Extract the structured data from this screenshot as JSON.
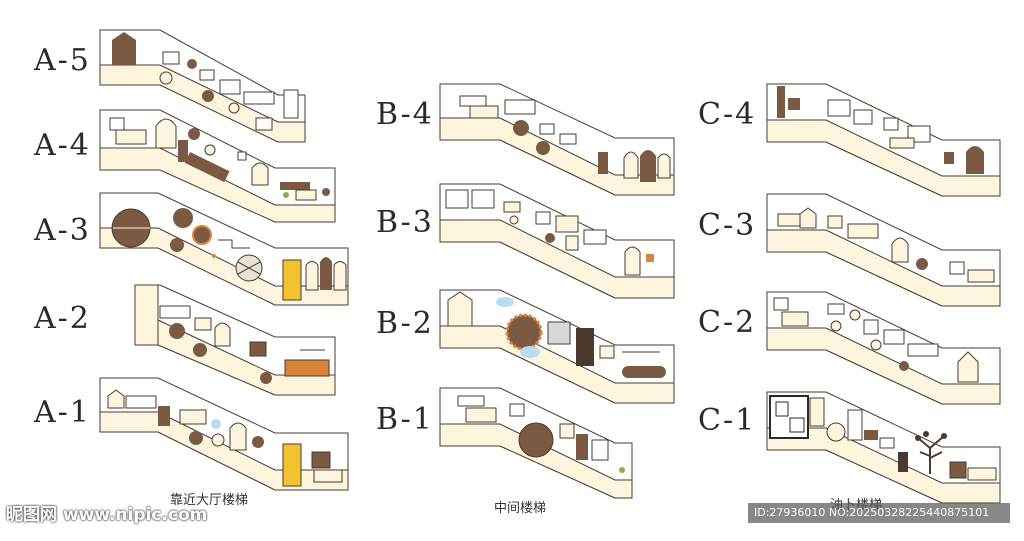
{
  "sections": [
    {
      "id": "A",
      "caption": "靠近大厅楼梯",
      "panels": [
        {
          "label": "A-5"
        },
        {
          "label": "A-4"
        },
        {
          "label": "A-3"
        },
        {
          "label": "A-2"
        },
        {
          "label": "A-1"
        }
      ]
    },
    {
      "id": "B",
      "caption": "中间楼梯",
      "panels": [
        {
          "label": "B-4"
        },
        {
          "label": "B-3"
        },
        {
          "label": "B-2"
        },
        {
          "label": "B-1"
        }
      ]
    },
    {
      "id": "C",
      "caption": "油卜楼梯",
      "panels": [
        {
          "label": "C-4"
        },
        {
          "label": "C-3"
        },
        {
          "label": "C-2"
        },
        {
          "label": "C-1"
        }
      ]
    }
  ],
  "watermark": "昵图网 www.nipic.com",
  "image_id": "ID:27936010 NO:20250328225440875101",
  "colors": {
    "wall_fill": "#fdf5dd",
    "outline": "#4a3a2e",
    "brown": "#7b5a44",
    "gray": "#d8d8d8",
    "accent_yellow": "#f2c230",
    "accent_orange": "#d9843a",
    "accent_blue": "#b8dcf2"
  }
}
